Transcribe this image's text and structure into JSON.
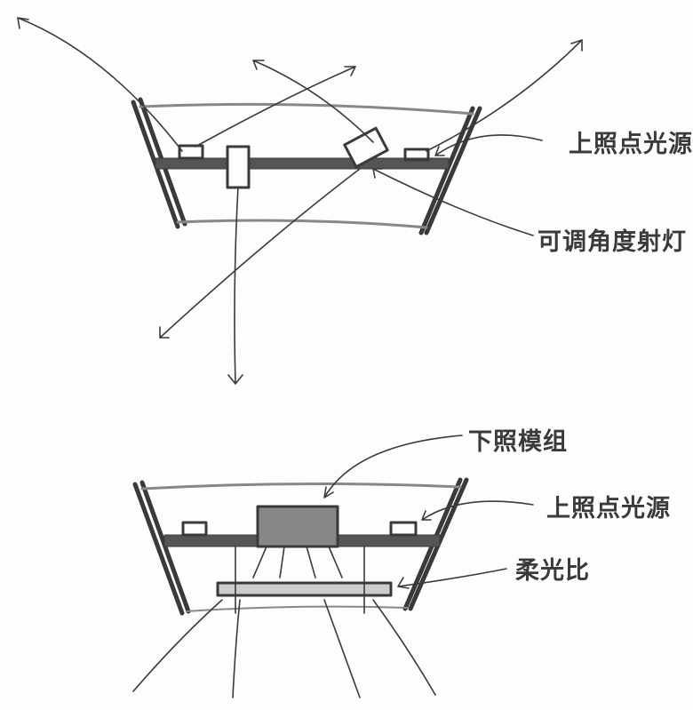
{
  "top_diagram": {
    "labels": {
      "uplight_point_source": "上照点光源",
      "adjustable_spotlight": "可调角度射灯"
    }
  },
  "bottom_diagram": {
    "labels": {
      "downlight_module": "下照模组",
      "uplight_point_source": "上照点光源",
      "diffuser": "柔光比"
    }
  },
  "colors": {
    "pencil": "#3a3a3a",
    "paper": "#fdfdfd"
  }
}
